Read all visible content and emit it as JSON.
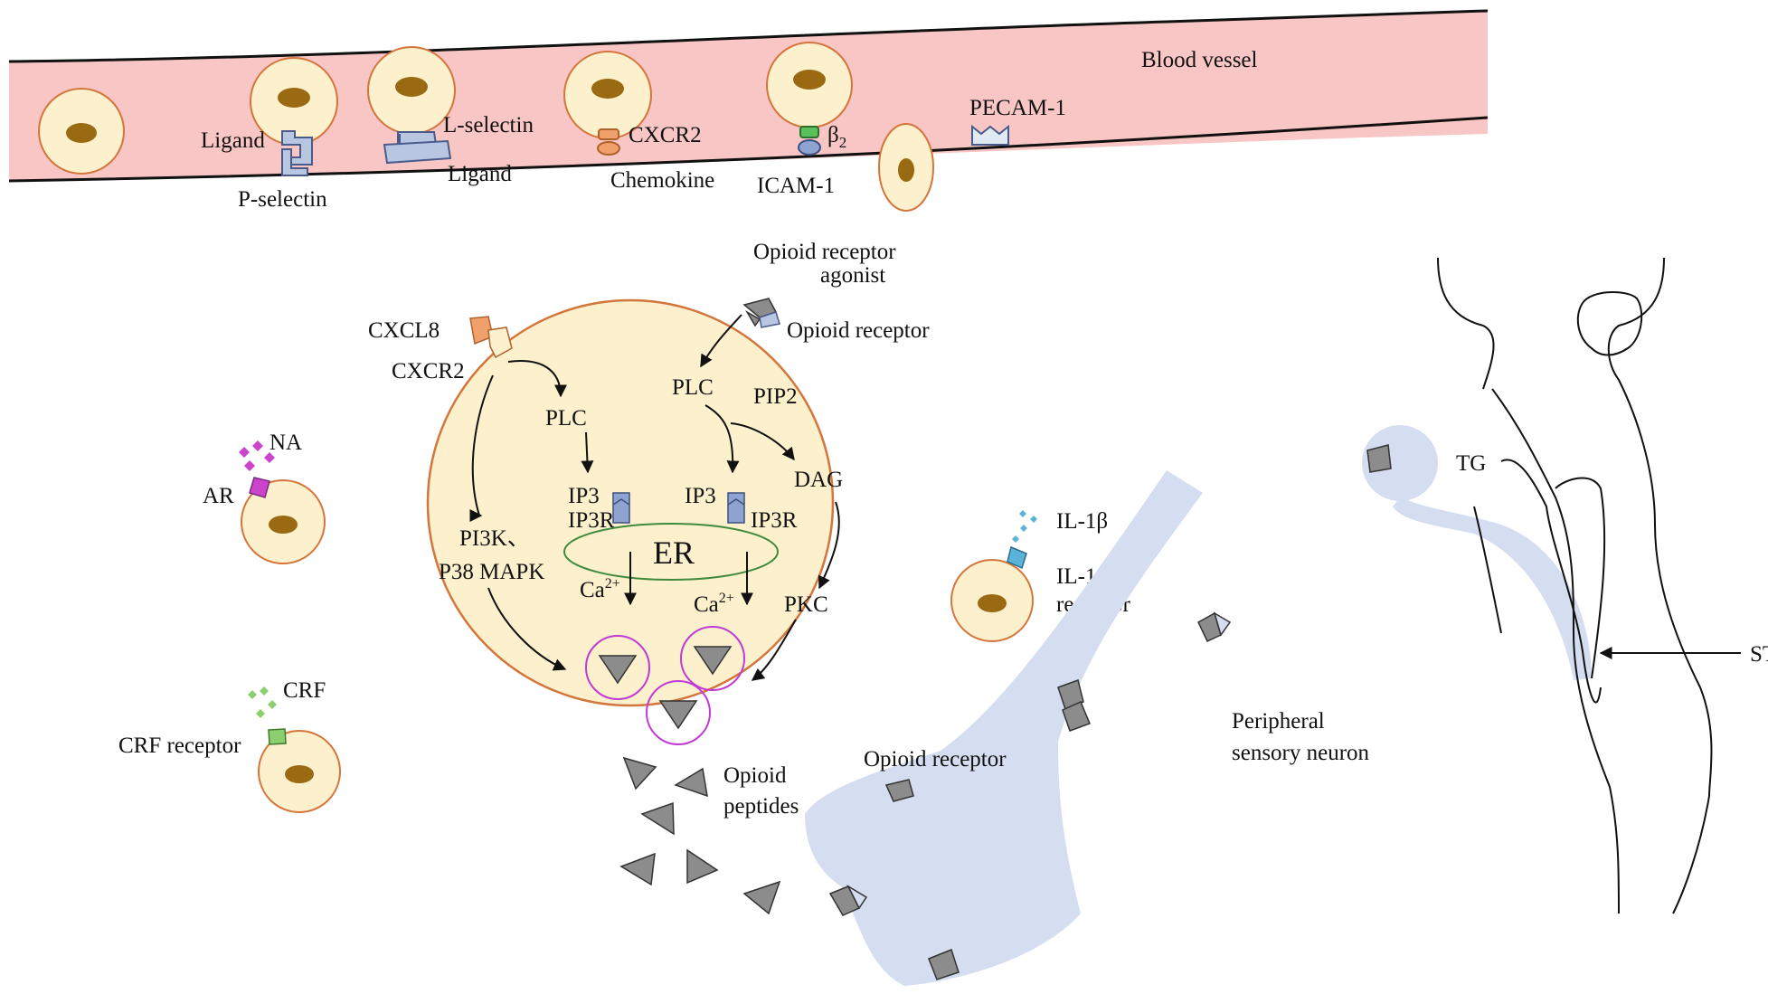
{
  "colors": {
    "vessel": "#f8c6c4",
    "cell": "#fdf0cc",
    "cell_border": "#d4753c",
    "nucleus": "#9a6a12",
    "neuron": "#d5def0",
    "receptor": "#8ea3cf",
    "opioid_peptide": "#8c8c8c",
    "cxcl8": "#f0a06b",
    "er_outline": "#3f8a3f",
    "vesicle": "#c23ad6",
    "na_ar": "#cc44cc",
    "crf": "#8ccf6e",
    "il1b": "#5ab4d8"
  },
  "labels": {
    "blood_vessel": "Blood vessel",
    "ligand_1": "Ligand",
    "p_selectin": "P-selectin",
    "l_selectin": "L-selectin",
    "ligand_2": "Ligand",
    "cxcr2_vessel": "CXCR2",
    "chemokine": "Chemokine",
    "beta2": "β",
    "beta2_sub": "2",
    "icam1": "ICAM-1",
    "pecam1": "PECAM-1",
    "opioid_agonist_line1": "Opioid receptor",
    "opioid_agonist_line2": "agonist",
    "opioid_receptor_top": "Opioid receptor",
    "cxcl8": "CXCL8",
    "cxcr2_cell": "CXCR2",
    "plc_left": "PLC",
    "plc_right": "PLC",
    "pip2": "PIP2",
    "dag": "DAG",
    "ip3_left": "IP3",
    "ip3r_left": "IP3R",
    "ip3_right": "IP3",
    "ip3r_right": "IP3R",
    "pi3k": "PI3K、",
    "p38": "P38 MAPK",
    "er": "ER",
    "ca_left": "Ca",
    "ca_left_sup": "2+",
    "ca_right": "Ca",
    "ca_right_sup": "2+",
    "pkc": "PKC",
    "na": "NA",
    "ar": "AR",
    "crf": "CRF",
    "crf_receptor": "CRF receptor",
    "il1b": "IL-1β",
    "il1b_receptor_line1": "IL-1β",
    "il1b_receptor_line2": "receptor",
    "opioid_peptides_line1": "Opioid",
    "opioid_peptides_line2": "peptides",
    "opioid_receptor_neuron": "Opioid receptor",
    "peripheral_line1": "Peripheral",
    "peripheral_line2": "sensory neuron",
    "tg": "TG",
    "stn": "STN"
  }
}
